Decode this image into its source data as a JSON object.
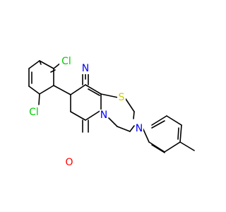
{
  "structure": {
    "atoms": {
      "N_nitrile": "N",
      "S_ring": "S",
      "Cl_upper": "Cl",
      "Cl_lower": "Cl",
      "N_ring_upper": "N",
      "N_ring_lower": "N",
      "O_carbonyl": "O"
    },
    "colors": {
      "N": "#0000ff",
      "S": "#cccc00",
      "Cl": "#00cc00",
      "O": "#ff0000",
      "bond": "#000000"
    }
  }
}
